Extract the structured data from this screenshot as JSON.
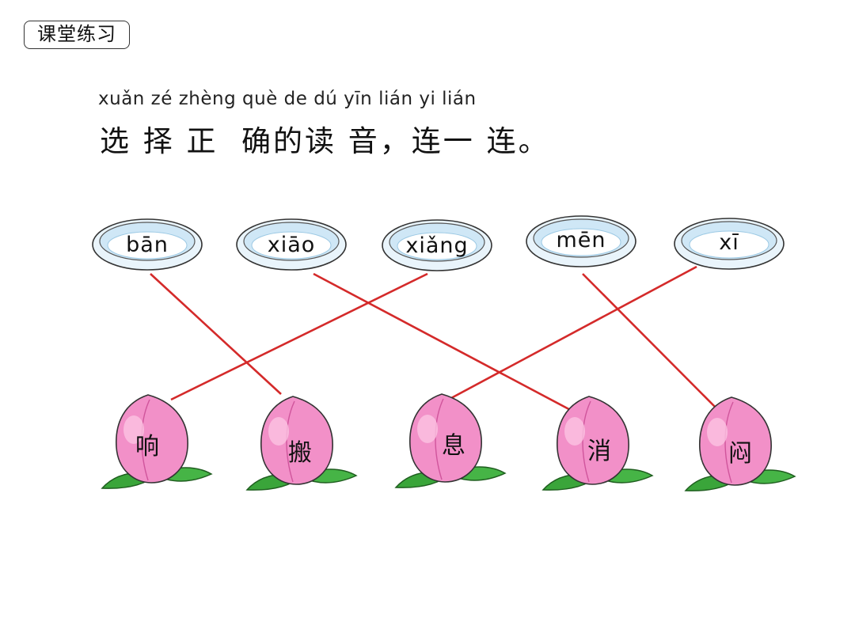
{
  "badge": "课堂练习",
  "instruction": {
    "pinyin": "xuǎn zé zhèng què de dú yīn lián yi lián",
    "hanzi": "选 择 正  确的读 音，连一 连。"
  },
  "plates": [
    {
      "label": "bān"
    },
    {
      "label": "xiāo"
    },
    {
      "label": "xiǎng"
    },
    {
      "label": "mēn"
    },
    {
      "label": "xī"
    }
  ],
  "peaches": [
    {
      "label": "响"
    },
    {
      "label": "搬"
    },
    {
      "label": "息"
    },
    {
      "label": "消"
    },
    {
      "label": "闷"
    }
  ],
  "connections": [
    {
      "plate": "bān",
      "peach": "搬"
    },
    {
      "plate": "xiāo",
      "peach": "消"
    },
    {
      "plate": "xiǎng",
      "peach": "响"
    },
    {
      "plate": "mēn",
      "peach": "闷"
    },
    {
      "plate": "xī",
      "peach": "息"
    }
  ],
  "colors": {
    "line": "#d42a2a",
    "peach": "#f07fc0",
    "leaf": "#3aa53a",
    "plate": "#bfe0f3"
  }
}
